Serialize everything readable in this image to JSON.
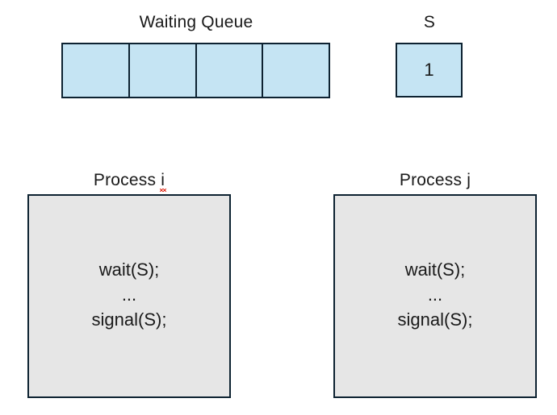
{
  "diagram": {
    "title_semantics": "semaphore-mutual-exclusion-diagram",
    "colors": {
      "queue_fill": "#c5e4f3",
      "box_border": "#0d2231",
      "process_fill": "#e6e6e6",
      "text": "#1a1a1a",
      "spellcheck_underline": "#e03020",
      "background": "#ffffff"
    }
  },
  "waiting_queue": {
    "caption": "Waiting Queue",
    "cells": [
      "",
      "",
      "",
      ""
    ],
    "cell_count": 4
  },
  "semaphore": {
    "caption": "S",
    "value": "1"
  },
  "processes": [
    {
      "caption_prefix": "Process ",
      "caption_suffix": "i",
      "caption_full": "Process i",
      "misspelled": true,
      "code": [
        "wait(S);",
        "...",
        "signal(S);"
      ]
    },
    {
      "caption_prefix": "Process ",
      "caption_suffix": "j",
      "caption_full": "Process j",
      "misspelled": false,
      "code": [
        "wait(S);",
        "...",
        "signal(S);"
      ]
    }
  ]
}
